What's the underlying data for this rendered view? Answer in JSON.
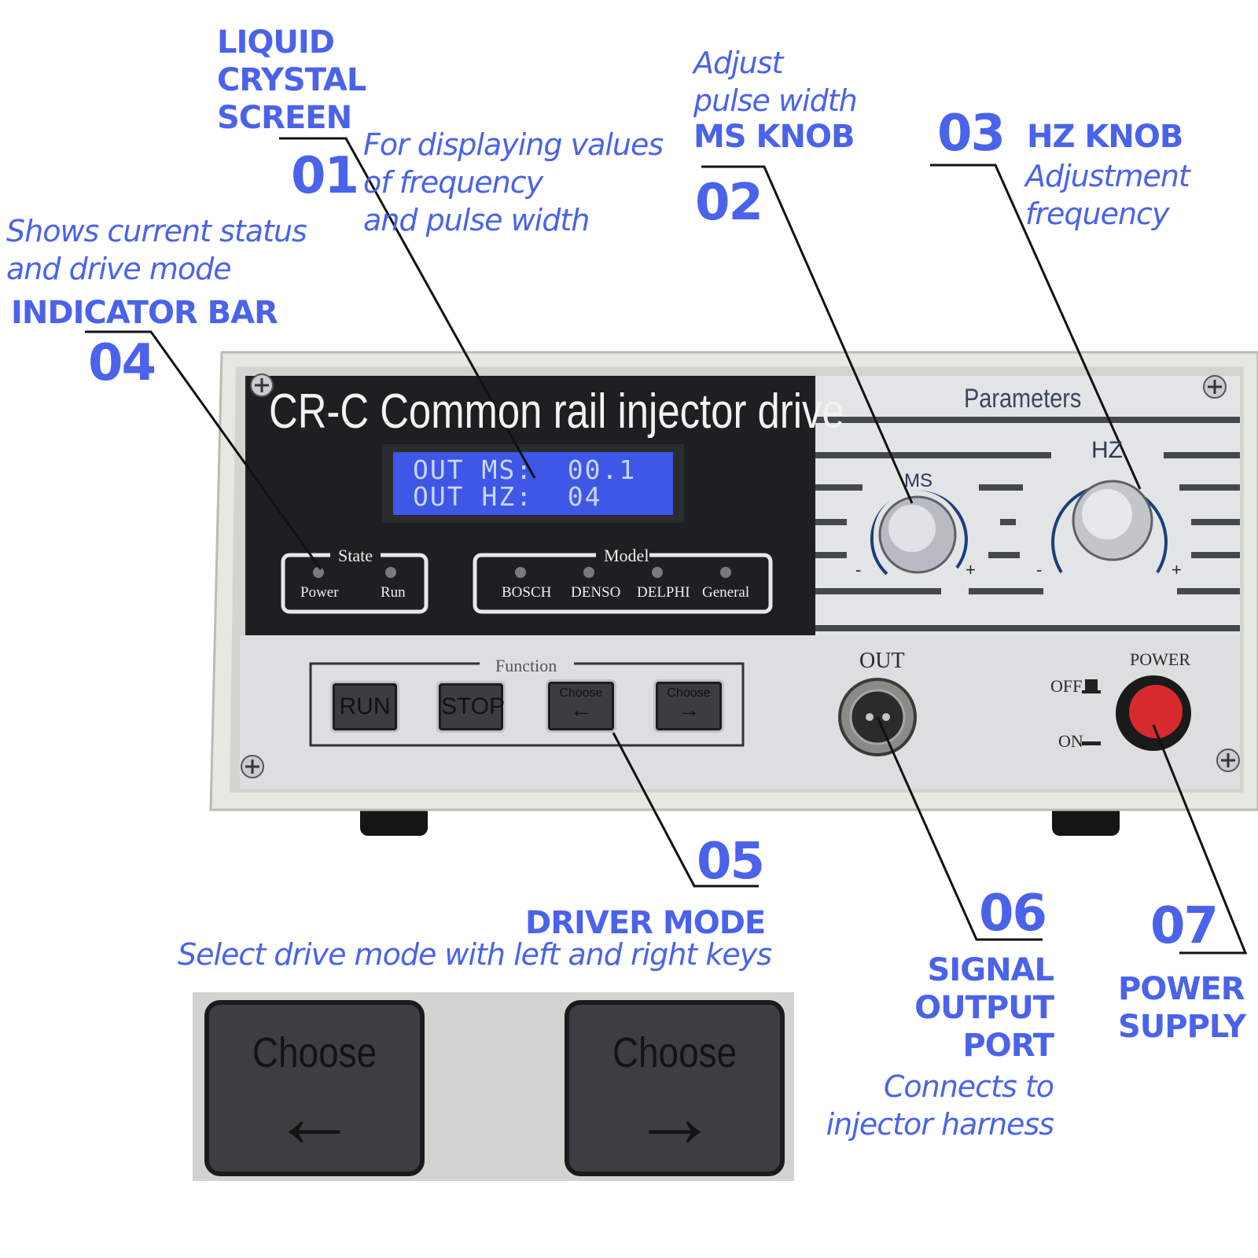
{
  "colors": {
    "callout": "#4a63ea",
    "lcd_bg": "#3f57e6",
    "panel_black": "#1e1f21",
    "panel_gray": "#d9dbdd",
    "case": "#e6e8e1",
    "power_button": "#d72a2e"
  },
  "callouts": {
    "c01": {
      "number": "01",
      "title_lines": [
        "LIQUID",
        "CRYSTAL",
        "SCREEN"
      ],
      "desc_lines": [
        "For displaying values",
        "of frequency",
        "and pulse width"
      ]
    },
    "c02": {
      "number": "02",
      "desc_lines": [
        "Adjust",
        "pulse width"
      ],
      "title": "MS KNOB"
    },
    "c03": {
      "number": "03",
      "title": "HZ KNOB",
      "desc_lines": [
        "Adjustment",
        "frequency"
      ]
    },
    "c04": {
      "number": "04",
      "desc_lines": [
        "Shows current status",
        "and drive mode"
      ],
      "title": "INDICATOR BAR"
    },
    "c05": {
      "number": "05",
      "title": "DRIVER MODE",
      "desc": "Select drive mode with left and right keys"
    },
    "c06": {
      "number": "06",
      "title_lines": [
        "SIGNAL",
        "OUTPUT",
        "PORT"
      ],
      "desc_lines": [
        "Connects to",
        "injector harness"
      ]
    },
    "c07": {
      "number": "07",
      "title_lines": [
        "POWER",
        "SUPPLY"
      ]
    }
  },
  "device": {
    "title": "CR-C Common rail injector drive",
    "lcd": {
      "line1": "OUT MS:  00.1",
      "line2": "OUT HZ:  04"
    },
    "state": {
      "label": "State",
      "leds": [
        "Power",
        "Run"
      ]
    },
    "model": {
      "label": "Model",
      "leds": [
        "BOSCH",
        "DENSO",
        "DELPHI",
        "General"
      ]
    },
    "parameters": {
      "label": "Parameters",
      "ms_label": "MS",
      "hz_label": "HZ",
      "minus": "-",
      "plus": "+"
    },
    "function": {
      "label": "Function",
      "buttons": [
        "RUN",
        "STOP",
        "Choose",
        "Choose"
      ]
    },
    "out_label": "OUT",
    "power": {
      "label": "POWER",
      "off": "OFF",
      "on": "ON"
    }
  },
  "inset": {
    "left_button": "Choose",
    "right_button": "Choose"
  }
}
